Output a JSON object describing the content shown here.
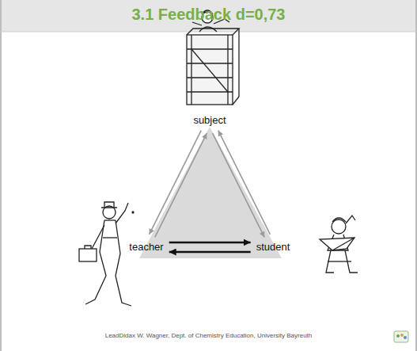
{
  "diagram": {
    "title": "3.1 Feedback d=0,73",
    "nodes": [
      {
        "text": [
          "subject"
        ]
      },
      {
        "text": [
          "teacher"
        ]
      },
      {
        "text": [
          "student"
        ]
      }
    ],
    "edges": [
      {
        "from": 1,
        "to": 0,
        "arrow": "to"
      },
      {
        "from": 0,
        "to": 1,
        "arrow": "to"
      },
      {
        "from": 0,
        "to": 2,
        "arrow": "to"
      },
      {
        "from": 2,
        "to": 0,
        "arrow": "to"
      },
      {
        "from": 1,
        "to": 2,
        "arrow": "to"
      },
      {
        "from": 2,
        "to": 1,
        "arrow": "to"
      }
    ],
    "labels": [
      "LeadDidax W. Wagner, Dept. of Chemistry Education, University Bayreuth"
    ]
  }
}
